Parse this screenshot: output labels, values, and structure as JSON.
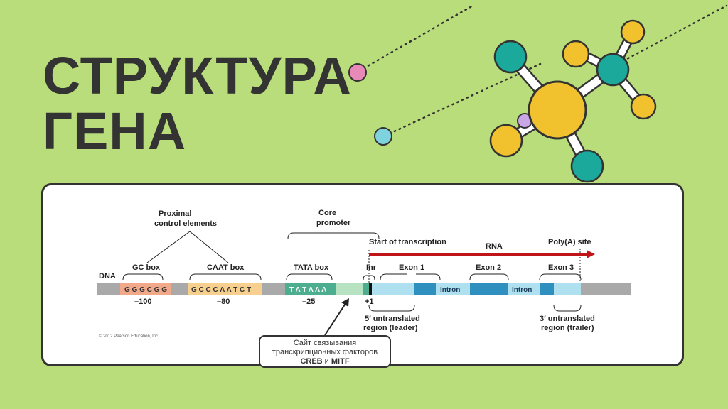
{
  "slide": {
    "title_line1": "СТРУКТУРА",
    "title_line2": "ГЕНА"
  },
  "diagram": {
    "label_proximal_line1": "Proximal",
    "label_proximal_line2": "control elements",
    "label_core_line1": "Core",
    "label_core_line2": "promoter",
    "label_start": "Start of transcription",
    "label_rna": "RNA",
    "label_polya": "Poly(A) site",
    "label_dna": "DNA",
    "boxes": {
      "gc": "GC box",
      "caat": "CAAT box",
      "tata": "TATA box",
      "inr": "Inr"
    },
    "sequences": {
      "gc": "G G G C G G",
      "caat": "G C C C A A T C T",
      "tata": "T A T A A A"
    },
    "positions": {
      "gc": "–100",
      "caat": "–80",
      "tata": "–25",
      "start": "+1"
    },
    "exons": [
      "Exon 1",
      "Exon 2",
      "Exon 3"
    ],
    "introns": [
      "Intron",
      "Intron"
    ],
    "utr5_line1": "5′ untranslated",
    "utr5_line2": "region (leader)",
    "utr3_line1": "3′ untranslated",
    "utr3_line2": "region (trailer)",
    "copyright": "© 2012 Pearson Education, Inc."
  },
  "callout": {
    "line1": "Сайт связывания",
    "line2": "транскрипционных факторов",
    "line3_a": "CREB",
    "line3_mid": " и ",
    "line3_b": "MITF"
  },
  "colors": {
    "background": "#b9dd7a",
    "gc_box": "#f2a98a",
    "caat_box": "#f7cf8e",
    "tata_box": "#4cae8e",
    "exon": "#aee0ef",
    "intron": "#2f8fbf",
    "rna_arrow": "#c0141b",
    "atom_yellow": "#f2c12e",
    "atom_teal": "#1aa99a"
  }
}
